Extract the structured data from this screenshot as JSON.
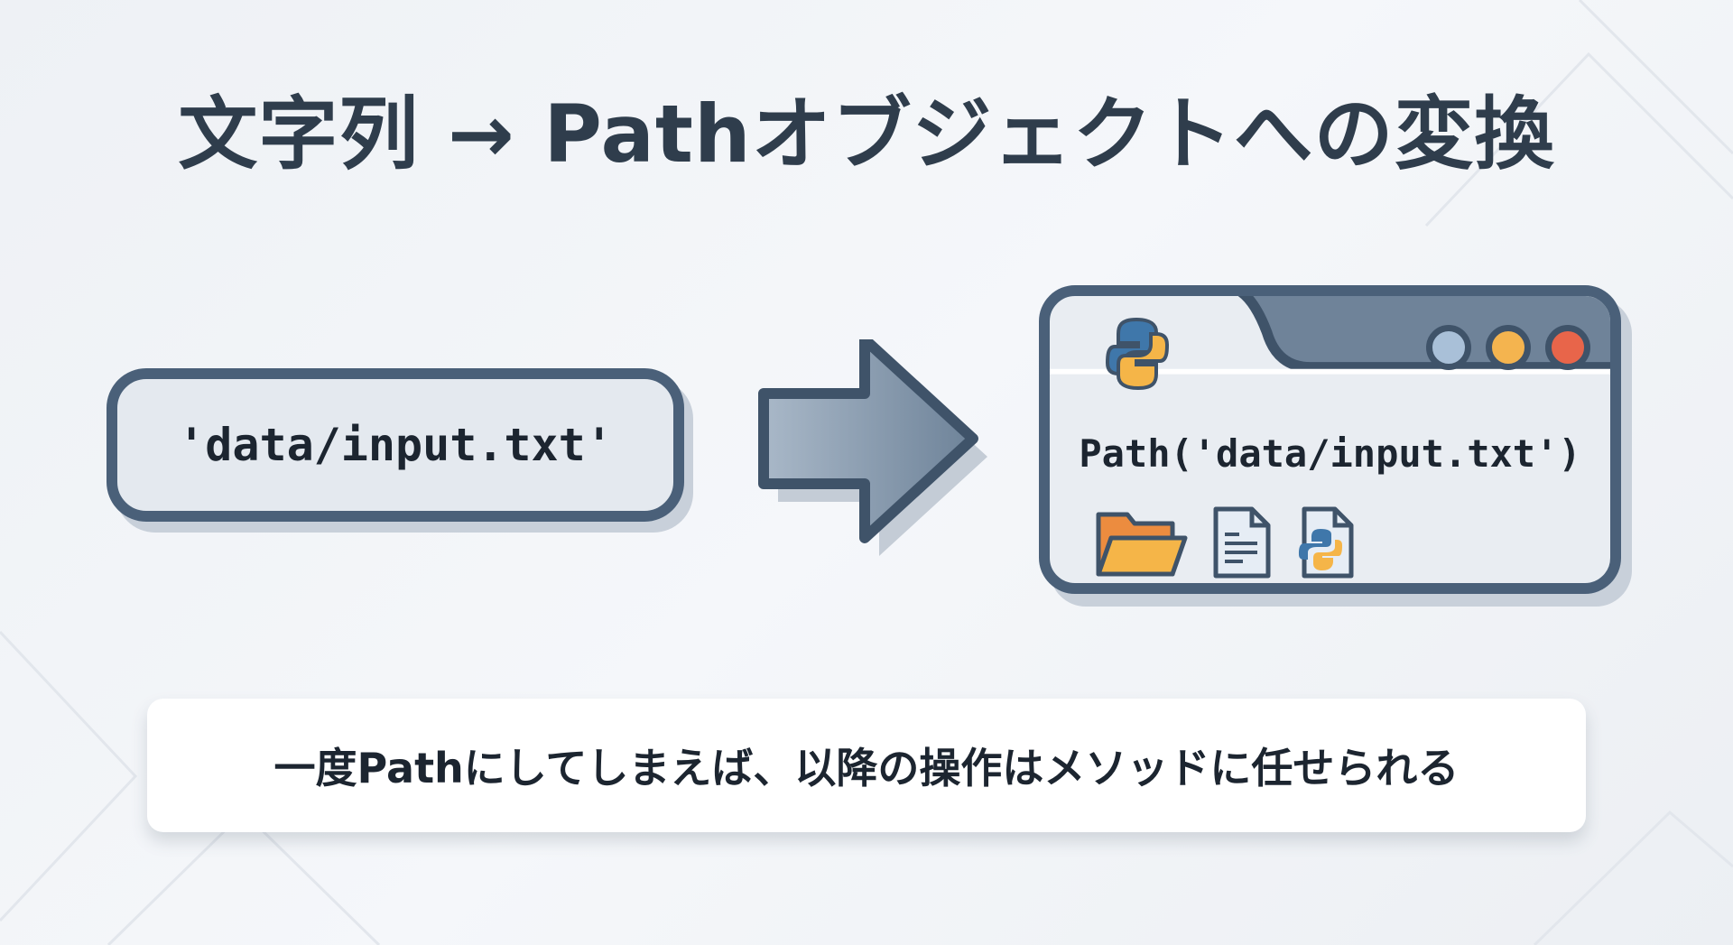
{
  "title": "文字列 → Pathオブジェクトへの変換",
  "source_string": "'data/input.txt'",
  "path_object": "Path('data/input.txt')",
  "caption": "一度Pathにしてしまえば、以降の操作はメソッドに任せられる",
  "colors": {
    "border": "#4a6079",
    "light_blue": "#a9c0d8",
    "light_yellow": "#f4b44f",
    "light_red": "#e8654a",
    "python_blue": "#3f77aa",
    "python_yellow": "#f5b548",
    "folder": "#f0a14c"
  }
}
